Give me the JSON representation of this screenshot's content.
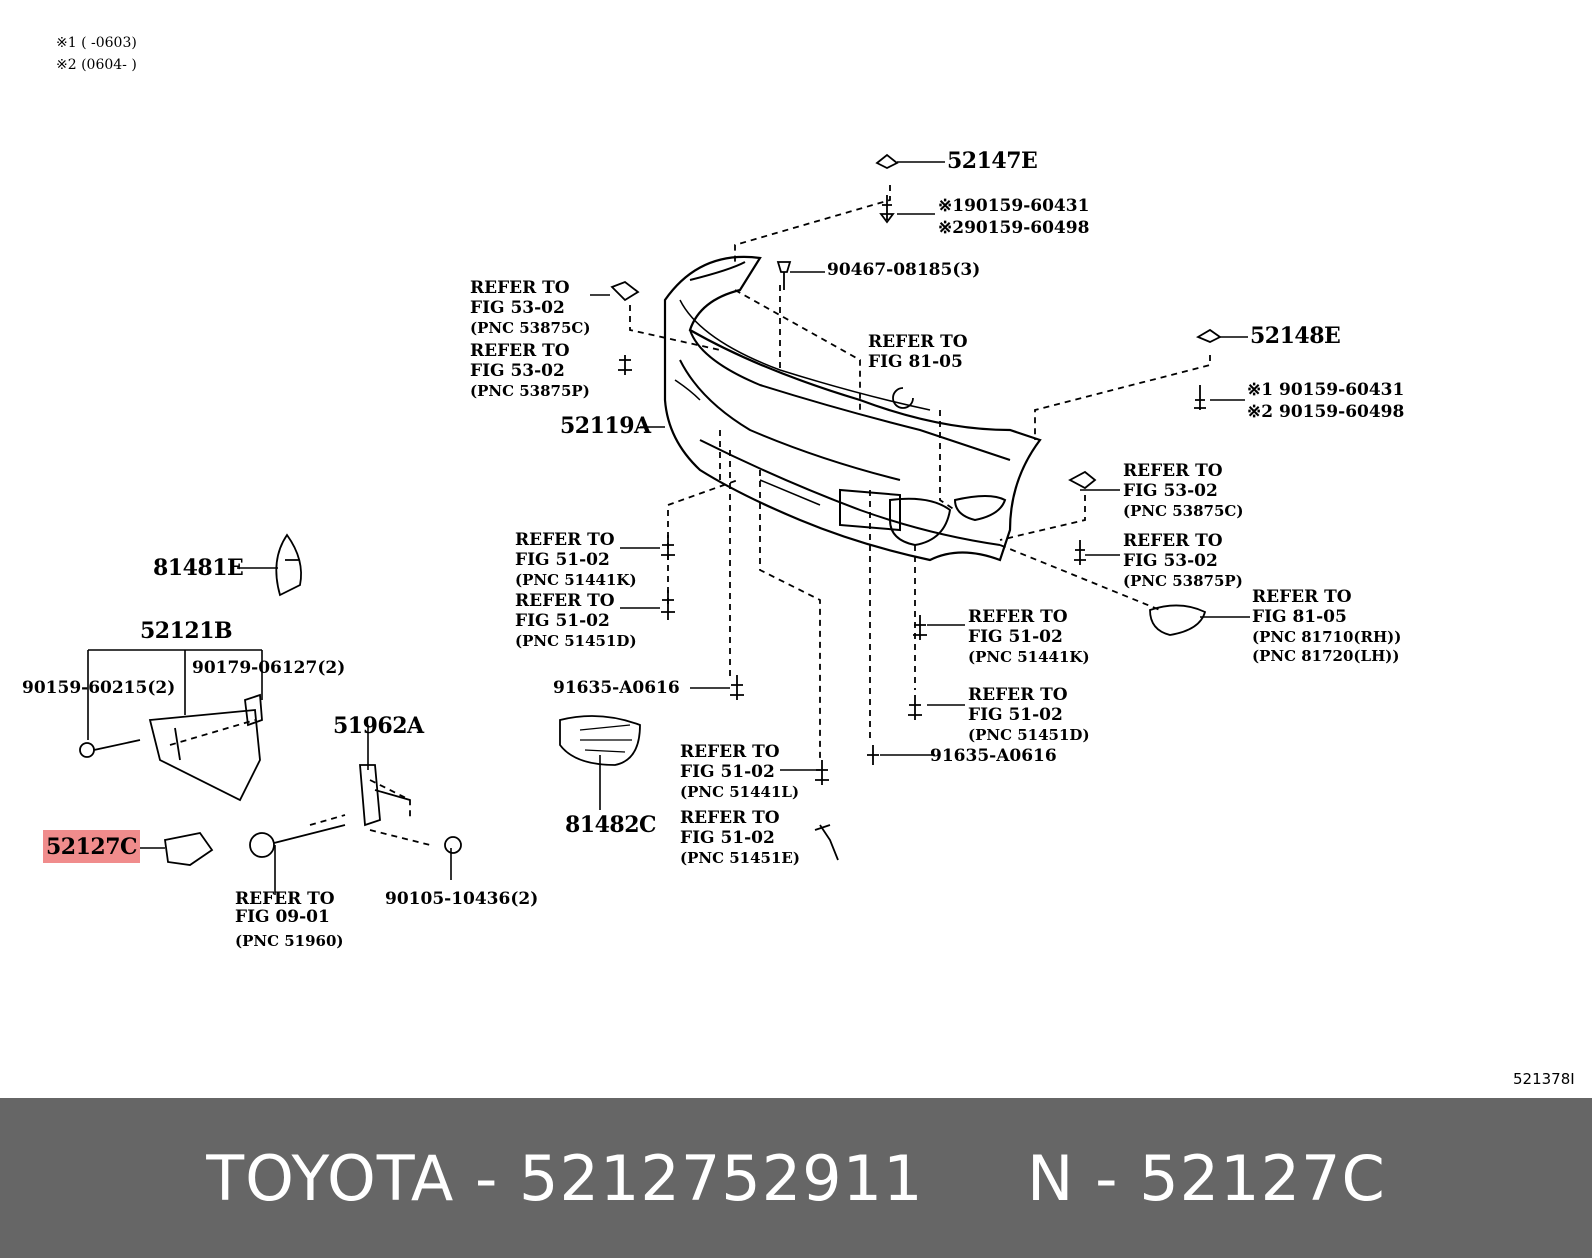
{
  "notes": [
    "※1 (      -0603)",
    "※2 (0604-       )"
  ],
  "figure_id": "521378I",
  "highlight_color": "#f08c8c",
  "labels": {
    "p52147E": "52147E",
    "p90159_60431_a": "※190159-60431",
    "p90159_60498_a": "※290159-60498",
    "p90467": "90467-08185(3)",
    "p52148E": "52148E",
    "p90159_60431_b": "※1 90159-60431",
    "p90159_60498_b": "※2 90159-60498",
    "p52119A": "52119A",
    "p81481E": "81481E",
    "p52121B": "52121B",
    "p90159_60215": "90159-60215(2)",
    "p90179_06127": "90179-06127(2)",
    "p51962A": "51962A",
    "p52127C": "52127C",
    "p90105": "90105-10436(2)",
    "p91635_a": "91635-A0616",
    "p91635_b": "91635-A0616",
    "p81482C": "81482C"
  },
  "refs": {
    "r1": [
      "REFER TO",
      "FIG 53-02",
      "(PNC 53875C)"
    ],
    "r2": [
      "REFER TO",
      "FIG 53-02",
      "(PNC 53875P)"
    ],
    "r3": [
      "REFER TO",
      "FIG 81-05"
    ],
    "r4": [
      "REFER TO",
      "FIG 53-02",
      "(PNC 53875C)"
    ],
    "r5": [
      "REFER TO",
      "FIG 53-02",
      "(PNC 53875P)"
    ],
    "r6": [
      "REFER TO",
      "FIG 81-05",
      "(PNC 81710(RH))",
      "(PNC 81720(LH))"
    ],
    "r7": [
      "REFER TO",
      "FIG 51-02",
      "(PNC 51441K)"
    ],
    "r8": [
      "REFER TO",
      "FIG 51-02",
      "(PNC 51451D)"
    ],
    "r9": [
      "REFER TO",
      "FIG 51-02",
      "(PNC 51441K)"
    ],
    "r10": [
      "REFER TO",
      "FIG 51-02",
      "(PNC 51451D)"
    ],
    "r11": [
      "REFER TO",
      "FIG 51-02",
      "(PNC 51441L)"
    ],
    "r12": [
      "REFER TO",
      "FIG 51-02",
      "(PNC 51451E)"
    ],
    "r13": [
      "REFER TO",
      "FIG 09-01",
      "(PNC 51960)"
    ]
  },
  "footer": "TOYOTA - 5212752911     N - 52127C"
}
